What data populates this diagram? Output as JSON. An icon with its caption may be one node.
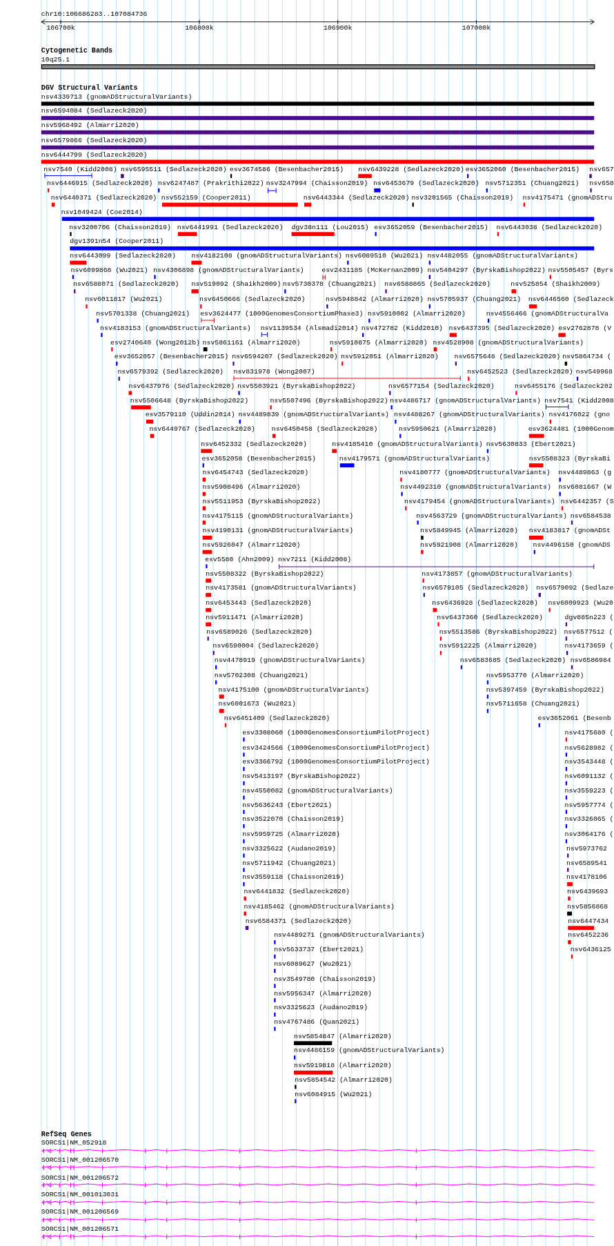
{
  "diagram": {
    "labels": [
      "chr10:106686283..107084736",
      "106700k",
      "106800k",
      "106900k",
      "107000k",
      "Cytogenetic Bands",
      "10q25.1",
      "DGV Structural Variants",
      "nsv4339713 (gnomADStructuralVariants)",
      "nsv6594084 (Sedlazeck2020)",
      "nsv5968492 (Almarri2020)",
      "nsv6579866 (Sedlazeck2020)",
      "nsv6444799 (Sedlazeck2020)",
      "nsv7540 (Kidd2008)",
      "nsv6595511 (Sedlazeck2020)",
      "esv3674586 (Besenbacher2015)",
      "nsv6439228 (Sedlazeck2020)",
      "esv3652060 (Besenbacher2015)",
      "nsv657",
      "nsv6446915 (Sedlazeck2020)",
      "nsv6247487 (Prakrithi2022)",
      "nsv3247994 (Chaisson2019)",
      "nsv6453679 (Sedlazeck2020)",
      "nsv5712351 (Chuang2021)",
      "nsv658",
      "nsv6440371 (Sedlazeck2020)",
      "nsv552159 (Cooper2011)",
      "nsv6443344 (Sedlazeck2020)",
      "nsv3201565 (Chaisson2019)",
      "nsv4175471 (gnomADStru",
      "nsv1049424 (Coe2014)",
      "nsv3200706 (Chaisson2019)",
      "nsv6441991 (Sedlazeck2020)",
      "dgv38n111 (Lou2015)",
      "esv3652059 (Besenbacher2015)",
      "nsv6443038 (Sedlazeck2020)",
      "dgv1391n54 (Cooper2011)",
      "nsv6443099 (Sedlazeck2020)",
      "nsv4182108 (gnomADStructuralVariants)",
      "nsv6089510 (Wu2021)",
      "nsv4482055 (gnomADStructuralVariants)",
      "nsv6099868 (Wu2021)",
      "nsv4306898 (gnomADStructuralVariants)",
      "esv2431185 (McKernan2009)",
      "nsv5404297 (ByrskaBishop2022)",
      "nsv5505457 (Byrs",
      "nsv6588071 (Sedlazeck2020)",
      "nsv519092 (Shaikh2009)",
      "nsv5730378 (Chuang2021)",
      "nsv6588865 (Sedlazeck2020)",
      "nsv525854 (Shaikh2009)",
      "nsv6011817 (Wu2021)",
      "nsv6450666 (Sedlazeck2020)",
      "nsv5948842 (Almarri2020)",
      "nsv5705937 (Chuang2021)",
      "nsv6446560 (Sedlazeck",
      "nsv5701338 (Chuang2021)",
      "esv3624477 (1000GenomesConsortiumPhase3)",
      "nsv5910002 (Almarri2020)",
      "nsv4556466 (gnomADStructuralVa",
      "nsv4183153 (gnomADStructuralVariants)",
      "nsv1139534 (Alsmadi2014)",
      "nsv472782 (Kidd2010)",
      "nsv6437395 (Sedlazeck2020)",
      "esv2762878 (V",
      "esv2740640 (Wong2012b)",
      "nsv5861161 (Almarri2020)",
      "nsv5910875 (Almarri2020)",
      "nsv4528908 (gnomADStructuralVariants)",
      "esv3652057 (Besenbacher2015)",
      "nsv6594207 (Sedlazeck2020)",
      "nsv5912051 (Almarri2020)",
      "nsv6575648 (Sedlazeck2020)",
      "nsv5864734 (",
      "nsv6579392 (Sedlazeck2020)",
      "nsv831978 (Wong2007)",
      "nsv6452523 (Sedlazeck2020)",
      "nsv549968",
      "nsv6437976 (Sedlazeck2020)",
      "nsv5503921 (ByrskaBishop2022)",
      "nsv6577154 (Sedlazeck2020)",
      "nsv6455176 (Sedlazeck202",
      "nsv5506648 (ByrskaBishop2022)",
      "nsv5507496 (ByrskaBishop2022)",
      "nsv4486717 (gnomADStructuralVariants)",
      "nsv7541 (Kidd2008",
      "esv3579110 (Uddin2014)",
      "nsv4489839 (gnomADStructuralVariants)",
      "nsv4488267 (gnomADStructuralVariants)",
      "nsv4176022 (gno",
      "nsv6449767 (Sedlazeck2020)",
      "nsv6450458 (Sedlazeck2020)",
      "nsv5950621 (Almarri2020)",
      "esv3624481 (1000Genom",
      "nsv6452332 (Sedlazeck2020)",
      "nsv4185410 (gnomADStructuralVariants)",
      "nsv5630833 (Ebert2021)",
      "esv3652058 (Besenbacher2015)",
      "nsv4179571 (gnomADStructuralVariants)",
      "nsv5508323 (ByrskaBi",
      "nsv6454743 (Sedlazeck2020)",
      "nsv4180777 (gnomADStructuralVariants)",
      "nsv4489863 (g",
      "nsv5908496 (Almarri2020)",
      "nsv4492310 (gnomADStructuralVariants)",
      "nsv6081667 (W",
      "nsv5511953 (ByrskaBishop2022)",
      "nsv4179454 (gnomADStructuralVariants)",
      "nsv6442357 (S",
      "nsv4175115 (gnomADStructuralVariants)",
      "nsv4563729 (gnomADStructuralVariants)",
      "nsv6584538",
      "nsv4190131 (gnomADStructuralVariants)",
      "nsv5849945 (Almarri2020)",
      "nsv4183817 (gnomADSt",
      "nsv5926047 (Almarri2020)",
      "nsv5921908 (Almarri2020)",
      "nsv4496150 (gnomADS",
      "esv5580 (Ahn2009)",
      "nsv7211 (Kidd2008)",
      "nsv5508322 (ByrskaBishop2022)",
      "nsv4173857 (gnomADStructuralVariants)",
      "nsv4173581 (gnomADStructuralVariants)",
      "nsv6579105 (Sedlazeck2020)",
      "nsv6579092 (Sedlaze",
      "nsv6453443 (Sedlazeck2020)",
      "nsv6436928 (Sedlazeck2020)",
      "nsv6009923 (Wu20",
      "nsv5911471 (Almarri2020)",
      "nsv6437360 (Sedlazeck2020)",
      "dgv885n223 (",
      "nsv6589026 (Sedlazeck2020)",
      "nsv5513586 (ByrskaBishop2022)",
      "nsv6577512 (",
      "nsv6590004 (Sedlazeck2020)",
      "nsv5912225 (Almarri2020)",
      "nsv4173659 (",
      "nsv4478919 (gnomADStructuralVariants)",
      "nsv6583685 (Sedlazeck2020)",
      "nsv6586984",
      "nsv5702308 (Chuang2021)",
      "nsv5953770 (Almarri2020)",
      "nsv4175100 (gnomADStructuralVariants)",
      "nsv5397459 (ByrskaBishop2022)",
      "nsv6001673 (Wu2021)",
      "nsv5711658 (Chuang2021)",
      "nsv6451409 (Sedlazeck2020)",
      "esv3652061 (Besenb",
      "esv3308060 (1000GenomesConsortiumPilotProject)",
      "nsv4175680 (",
      "esv3424566 (1000GenomesConsortiumPilotProject)",
      "nsv5628982 (",
      "esv3366792 (1000GenomesConsortiumPilotProject)",
      "nsv3543448 (",
      "nsv5413197 (ByrskaBishop2022)",
      "nsv6091132 (",
      "nsv4550082 (gnomADStructuralVariants)",
      "nsv3559223 (",
      "nsv5636243 (Ebert2021)",
      "nsv5957774 (",
      "nsv3522070 (Chaisson2019)",
      "nsv3326065 (",
      "nsv5959725 (Almarri2020)",
      "nsv3064176 (",
      "nsv3325622 (Audano2019)",
      "nsv5973762",
      "nsv5711942 (Chuang2021)",
      "nsv6589541",
      "nsv3559118 (Chaisson2019)",
      "nsv4178106",
      "nsv6441832 (Sedlazeck2020)",
      "nsv6439693",
      "nsv4185462 (gnomADStructuralVariants)",
      "nsv5856868",
      "nsv6584371 (Sedlazeck2020)",
      "nsv6447434",
      "nsv4489271 (gnomADStructuralVariants)",
      "nsv6452236",
      "nsv5633737 (Ebert2021)",
      "nsv6436125",
      "nsv6089627 (Wu2021)",
      "nsv3549780 (Chaisson2019)",
      "nsv5956347 (Almarri2020)",
      "nsv3325623 (Audano2019)",
      "nsv4767486 (Quan2021)",
      "nsv5854847 (Almarri2020)",
      "nsv4486159 (gnomADStructuralVariants)",
      "nsv5919818 (Almarri2020)",
      "nsv5854542 (Almarri2020)",
      "nsv6084915 (Wu2021)",
      "RefSeq Genes",
      "SORCS1|NM_052918",
      "SORCS1|NM_001206570",
      "SORCS1|NM_001206572",
      "SORCS1|NM_001013031",
      "SORCS1|NM_001206569",
      "SORCS1|NM_001206571"
    ]
  }
}
